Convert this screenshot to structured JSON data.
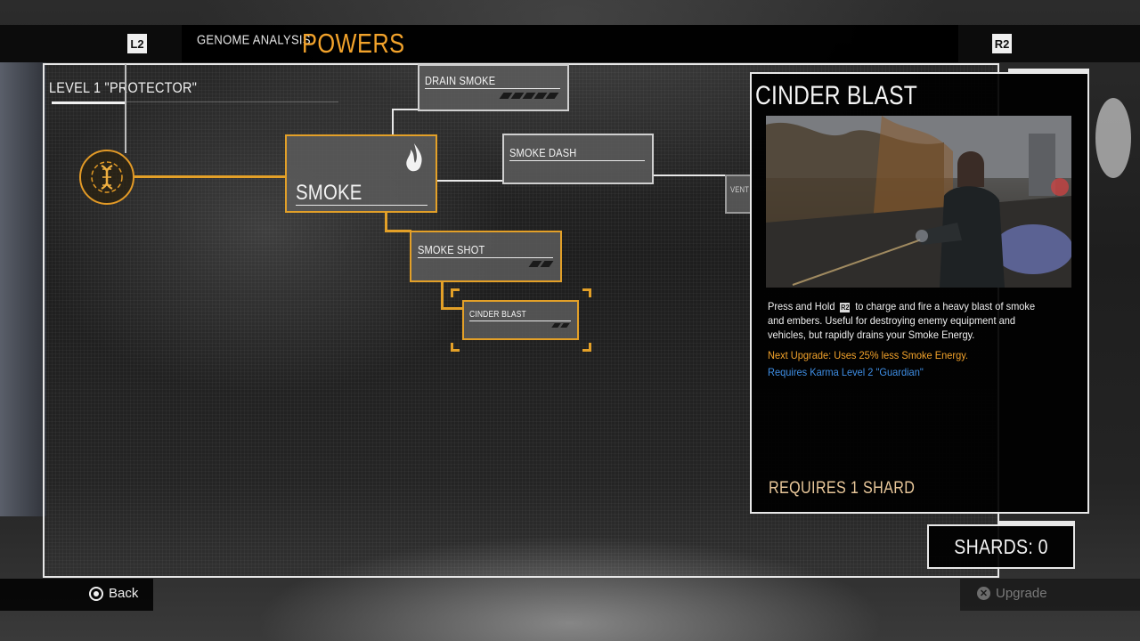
{
  "header": {
    "left_button": "L2",
    "right_button": "R2",
    "section": "GENOME ANALYSIS",
    "title": "POWERS"
  },
  "level": {
    "label": "LEVEL 1 \"PROTECTOR\""
  },
  "tree": {
    "nodes": [
      {
        "id": "smoke",
        "label": "SMOKE"
      },
      {
        "id": "drain-smoke",
        "label": "DRAIN SMOKE"
      },
      {
        "id": "smoke-dash",
        "label": "SMOKE DASH"
      },
      {
        "id": "smoke-shot",
        "label": "SMOKE SHOT"
      },
      {
        "id": "cinder-blast",
        "label": "CINDER BLAST"
      },
      {
        "id": "vent",
        "label": "VENT"
      }
    ]
  },
  "info": {
    "title": "CINDER BLAST",
    "desc_pre": "Press and Hold",
    "desc_button": "R2",
    "desc_post": "to charge and fire a heavy blast of smoke and embers. Useful for destroying enemy equipment and vehicles, but rapidly drains your Smoke Energy.",
    "next_upgrade": "Next Upgrade: Uses 25% less Smoke Energy.",
    "requirement": "Requires Karma Level 2 \"Guardian\"",
    "cost": "REQUIRES 1 SHARD"
  },
  "shards": {
    "label": "SHARDS: 0"
  },
  "footer": {
    "back_label": "Back",
    "upgrade_label": "Upgrade",
    "upgrade_glyph": "✕"
  },
  "colors": {
    "accent": "#f3a32b",
    "requirement": "#3f8fe6",
    "frame": "#e8e8e8"
  }
}
